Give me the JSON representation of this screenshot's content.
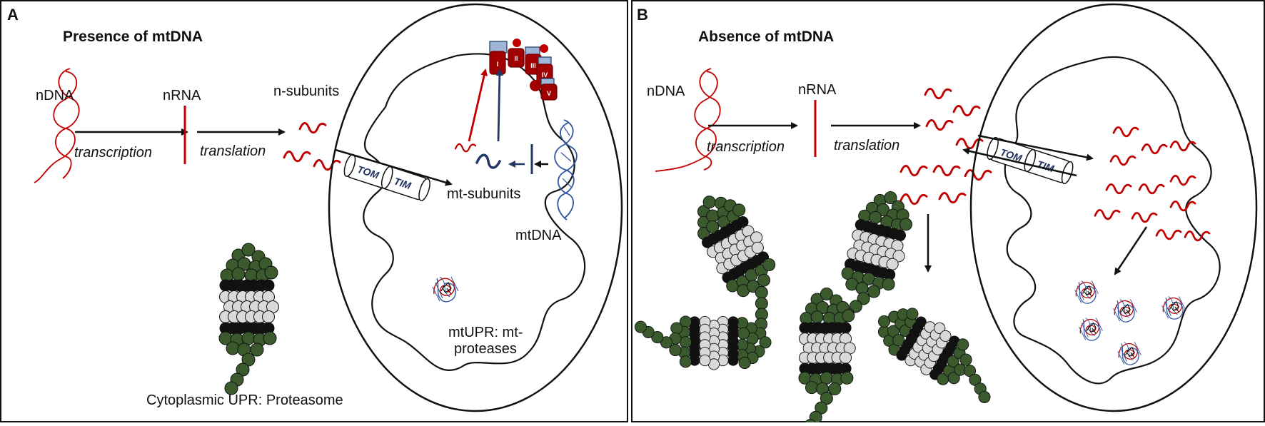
{
  "colors": {
    "red": "#c00000",
    "navy": "#1f3864",
    "blueDNA": "#2e55a0",
    "green": "#3a5a2e",
    "grey": "#d9d9d9",
    "complexFill": "#a00000",
    "complexCap": "#9fb6d8"
  },
  "panel_a": {
    "letter": "A",
    "title": "Presence of mtDNA",
    "ndna": "nDNA",
    "nrna": "nRNA",
    "nsubunits": "n-subunits",
    "transcription": "transcription",
    "translation": "translation",
    "tom": "TOM",
    "tim": "TIM",
    "mt_subunits": "mt-subunits",
    "mtdna": "mtDNA",
    "mtupr_line1": "mtUPR: mt-",
    "mtupr_line2": "proteases",
    "cyto_upr": "Cytoplasmic UPR:  Proteasome",
    "complexes": [
      "I",
      "II",
      "III",
      "IV",
      "V"
    ]
  },
  "panel_b": {
    "letter": "B",
    "title": "Absence of mtDNA",
    "ndna": "nDNA",
    "nrna": "nRNA",
    "transcription": "transcription",
    "translation": "translation",
    "tom": "TOM",
    "tim": "TIM"
  }
}
